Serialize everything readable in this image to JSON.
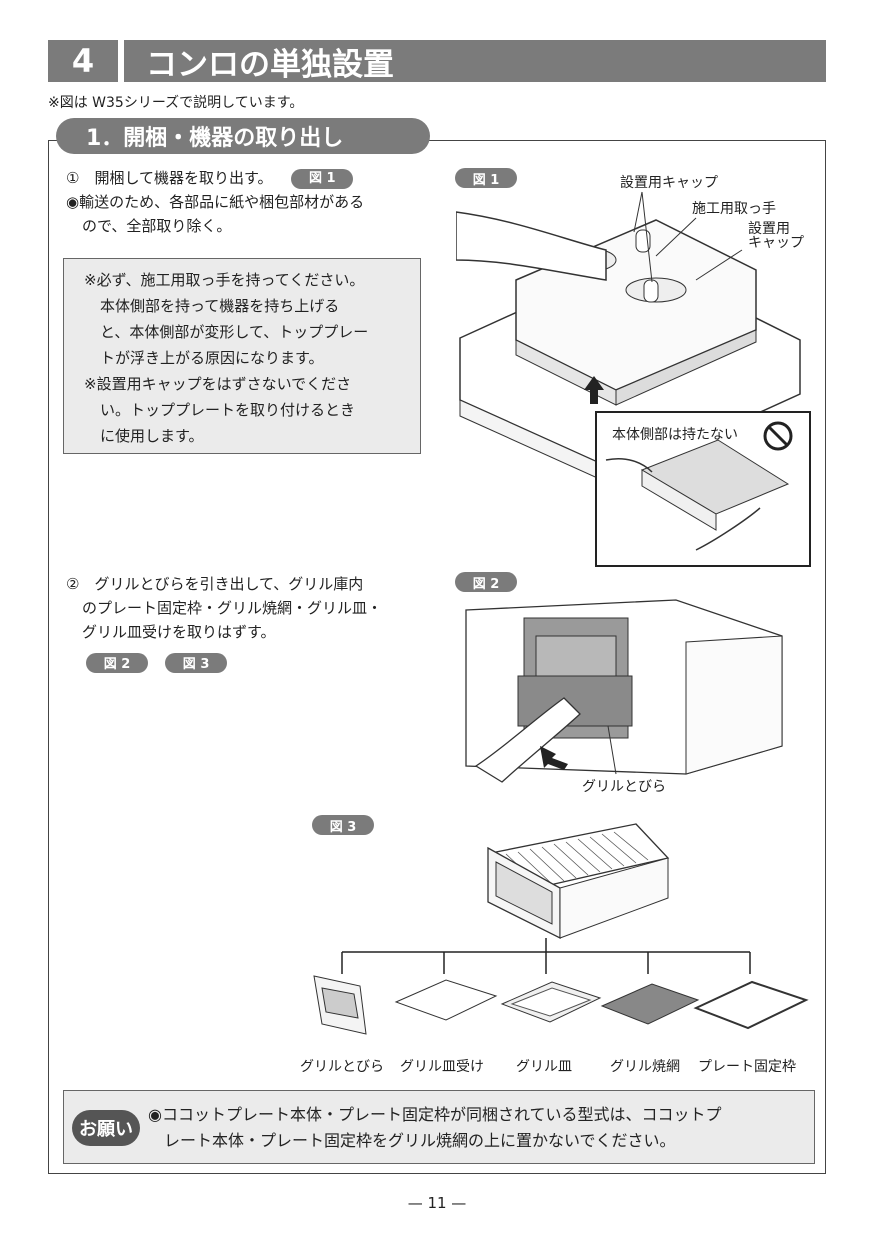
{
  "header": {
    "section_number": "4",
    "section_title": "コンロの単独設置",
    "note": "※図は W35シリーズで説明しています。"
  },
  "subsection": {
    "title": "1．開梱・機器の取り出し"
  },
  "step1": {
    "text": "①　開梱して機器を取り出す。",
    "ref": "図 1",
    "bullet_line1": "◉輸送のため、各部品に紙や梱包部材がある",
    "bullet_line2": "ので、全部取り除く。"
  },
  "warning": {
    "line1": "※必ず、施工用取っ手を持ってください。",
    "line2": "本体側部を持って機器を持ち上げる",
    "line3": "と、本体側部が変形して、トッププレー",
    "line4": "トが浮き上がる原因になります。",
    "line5": "※設置用キャップをはずさないでくださ",
    "line6": "い。トッププレートを取り付けるとき",
    "line7": "に使用します。"
  },
  "step2": {
    "line1": "②　グリルとびらを引き出して、グリル庫内",
    "line2": "のプレート固定枠・グリル焼網・グリル皿・",
    "line3": "グリル皿受けを取りはずす。",
    "ref1": "図 2",
    "ref2": "図 3"
  },
  "figure1": {
    "label": "図 1",
    "cap_cap": "設置用キャップ",
    "cap_handle": "施工用取っ手",
    "cap_cap2_line1": "設置用",
    "cap_cap2_line2": "キャップ",
    "inset_caption": "本体側部は持たない"
  },
  "figure2": {
    "label": "図 2",
    "caption": "グリルとびら"
  },
  "figure3": {
    "label": "図 3",
    "parts": [
      "グリルとびら",
      "グリル皿受け",
      "グリル皿",
      "グリル焼網",
      "プレート固定枠"
    ]
  },
  "notice": {
    "badge": "お願い",
    "line1": "◉ココットプレート本体・プレート固定枠が同梱されている型式は、ココットプ",
    "line2": "レート本体・プレート固定枠をグリル焼網の上に置かないでください。"
  },
  "page_number": "— 11 —"
}
